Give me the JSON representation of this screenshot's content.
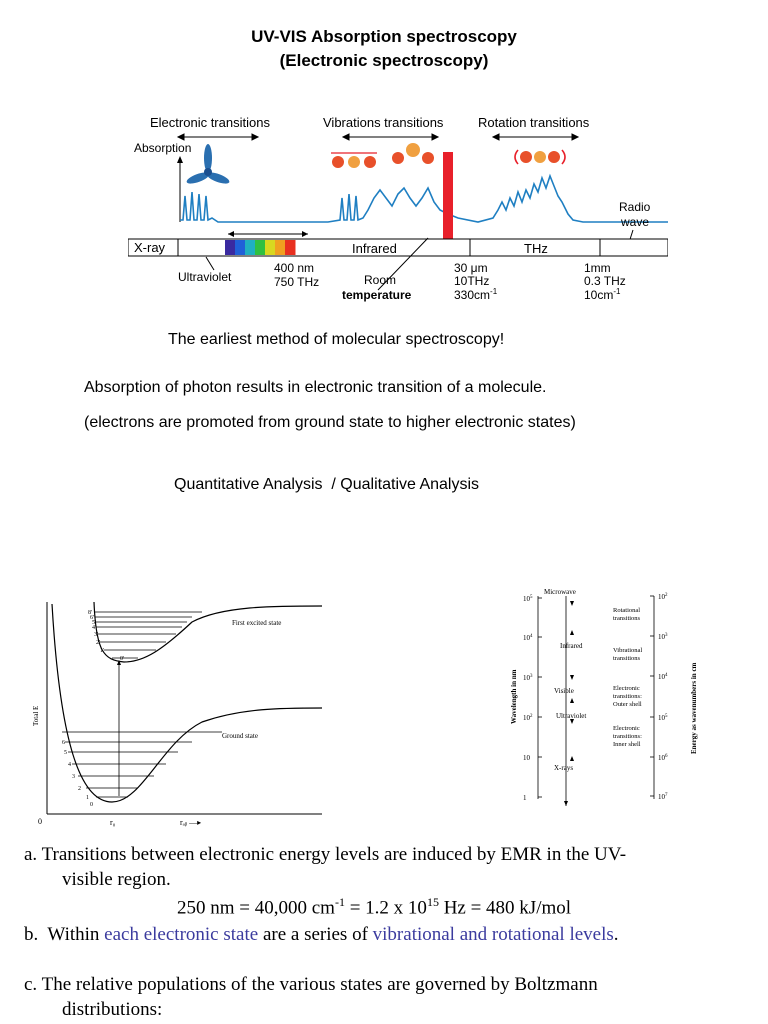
{
  "page": {
    "title_line1": "UV-VIS Absorption spectroscopy",
    "title_line2": "(Electronic spectroscopy)",
    "subtitle": "The earliest method of molecular spectroscopy!",
    "para1": "Absorption of photon results in electronic transition of a molecule.",
    "para2": "(electrons are promoted from ground state to higher electronic states)",
    "analysis": "Quantitative Analysis  / Qualitative Analysis"
  },
  "spectrum_figure": {
    "label_electronic": "Electronic transitions",
    "label_vibrations": "Vibrations transitions",
    "label_rotation": "Rotation transitions",
    "label_absorption": "Absorption",
    "label_radio": "Radio",
    "label_wave": "wave",
    "label_xray": "X-ray",
    "label_infrared": "Infrared",
    "label_thz": "THz",
    "label_ultraviolet": "Ultraviolet",
    "label_400nm": "400 nm",
    "label_750thz": "750 THz",
    "label_room": "Room",
    "label_temperature": "temperature",
    "label_30um": "30 μm",
    "label_10thz": "10THz",
    "label_330cm": "330cm",
    "label_1mm": "1mm",
    "label_03thz": "0.3 THz",
    "label_10cm": "10cm",
    "sup_minus1": "-1",
    "rainbow_colors": [
      "#3a2aa0",
      "#2060d8",
      "#20b0c0",
      "#30c040",
      "#d8d820",
      "#f0a020",
      "#e83020"
    ],
    "red_color": "#e8202a",
    "blue_color": "#1f7fc2"
  },
  "energy_figure": {
    "axis_label": "Total E",
    "first_excited": "First excited state",
    "ground_state": "Ground state",
    "origin": "0",
    "r0": "r₀",
    "rab": "rₐᵦ —▸",
    "upper_levels": [
      "8'",
      "6'",
      "5'",
      "4'",
      "3'",
      "2'",
      "1'",
      "0'"
    ],
    "lower_levels": [
      "6",
      "5",
      "4",
      "3",
      "2",
      "1",
      "0"
    ]
  },
  "wavelength_figure": {
    "microwave": "Microwave",
    "infrared": "Infrared",
    "visible": "Visible",
    "ultraviolet": "Ultraviolet",
    "xrays": "X-rays",
    "left_axis_title": "Wavelength in nm",
    "right_axis_title": "Energy as wavenumbers in cm",
    "left_ticks": [
      "10",
      "10",
      "10",
      "10",
      "10",
      "1"
    ],
    "left_exps": [
      "5",
      "4",
      "3",
      "2",
      "",
      ""
    ],
    "right_ticks": [
      "10",
      "10",
      "10",
      "10",
      "10",
      "10"
    ],
    "right_exps": [
      "2",
      "3",
      "4",
      "5",
      "6",
      "7"
    ],
    "rotational": [
      "Rotational",
      "transitions"
    ],
    "vibrational": [
      "Vibrational",
      "transitions"
    ],
    "electronic_outer": [
      "Electronic",
      "transitions:",
      "Outer shell"
    ],
    "electronic_inner": [
      "Electronic",
      "transitions:",
      "Inner shell"
    ]
  },
  "notes": {
    "a_line1": "a.  Transitions between electronic energy levels are induced by EMR in the UV-",
    "a_line2": "visible region.",
    "eq_part1": "250 nm = 40,000 cm",
    "eq_sup1": "-1",
    "eq_part2": " = 1.2 x 10",
    "eq_sup2": "15",
    "eq_part3": " Hz = 480 kJ/mol",
    "b_part1": "b.  Within ",
    "b_part2": "each electronic state",
    "b_part3": " are a series of ",
    "b_part4": "vibrational and rotational levels",
    "b_part5": ".",
    "c_line1": "c.  The relative populations of the various states are governed by Boltzmann",
    "c_line2": "distributions:"
  }
}
